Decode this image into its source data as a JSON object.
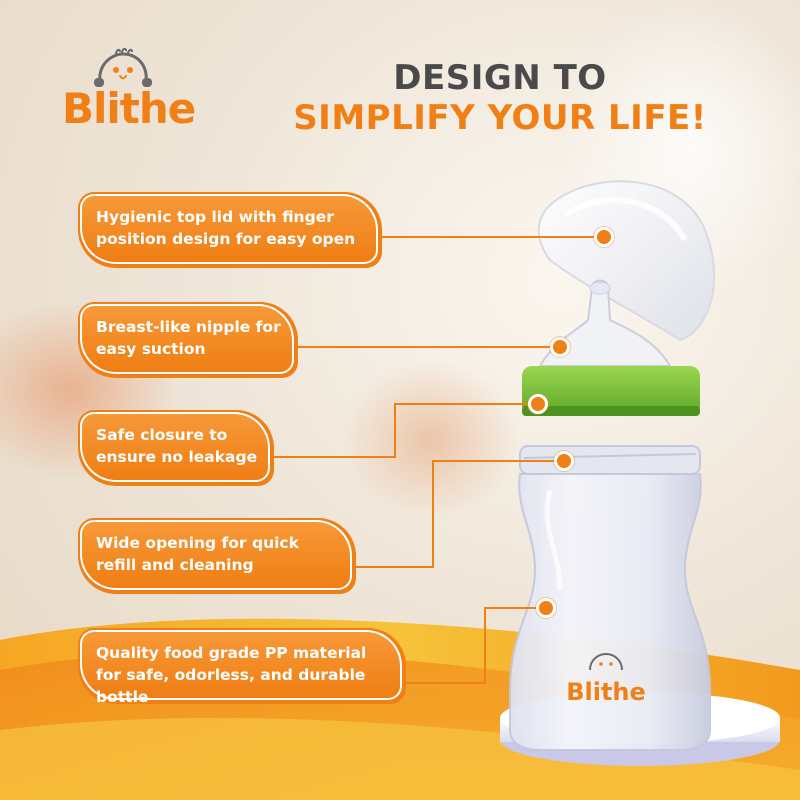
{
  "brand": {
    "name": "Blithe",
    "color": "#f07f16"
  },
  "headline": {
    "line1": "DESIGN TO",
    "line2": "SIMPLIFY YOUR LIFE!"
  },
  "features": [
    {
      "text": "Hygienic top lid  with finger position design for easy open"
    },
    {
      "text": "Breast-like nipple for easy suction"
    },
    {
      "text": "Safe closure to ensure no leakage"
    },
    {
      "text": "Wide opening for quick refill and cleaning"
    },
    {
      "text": "Quality food grade PP material for safe, odorless, and durable bottle"
    }
  ],
  "bottle": {
    "logo_text": "Blithe",
    "collar_color": "#7dc242"
  }
}
